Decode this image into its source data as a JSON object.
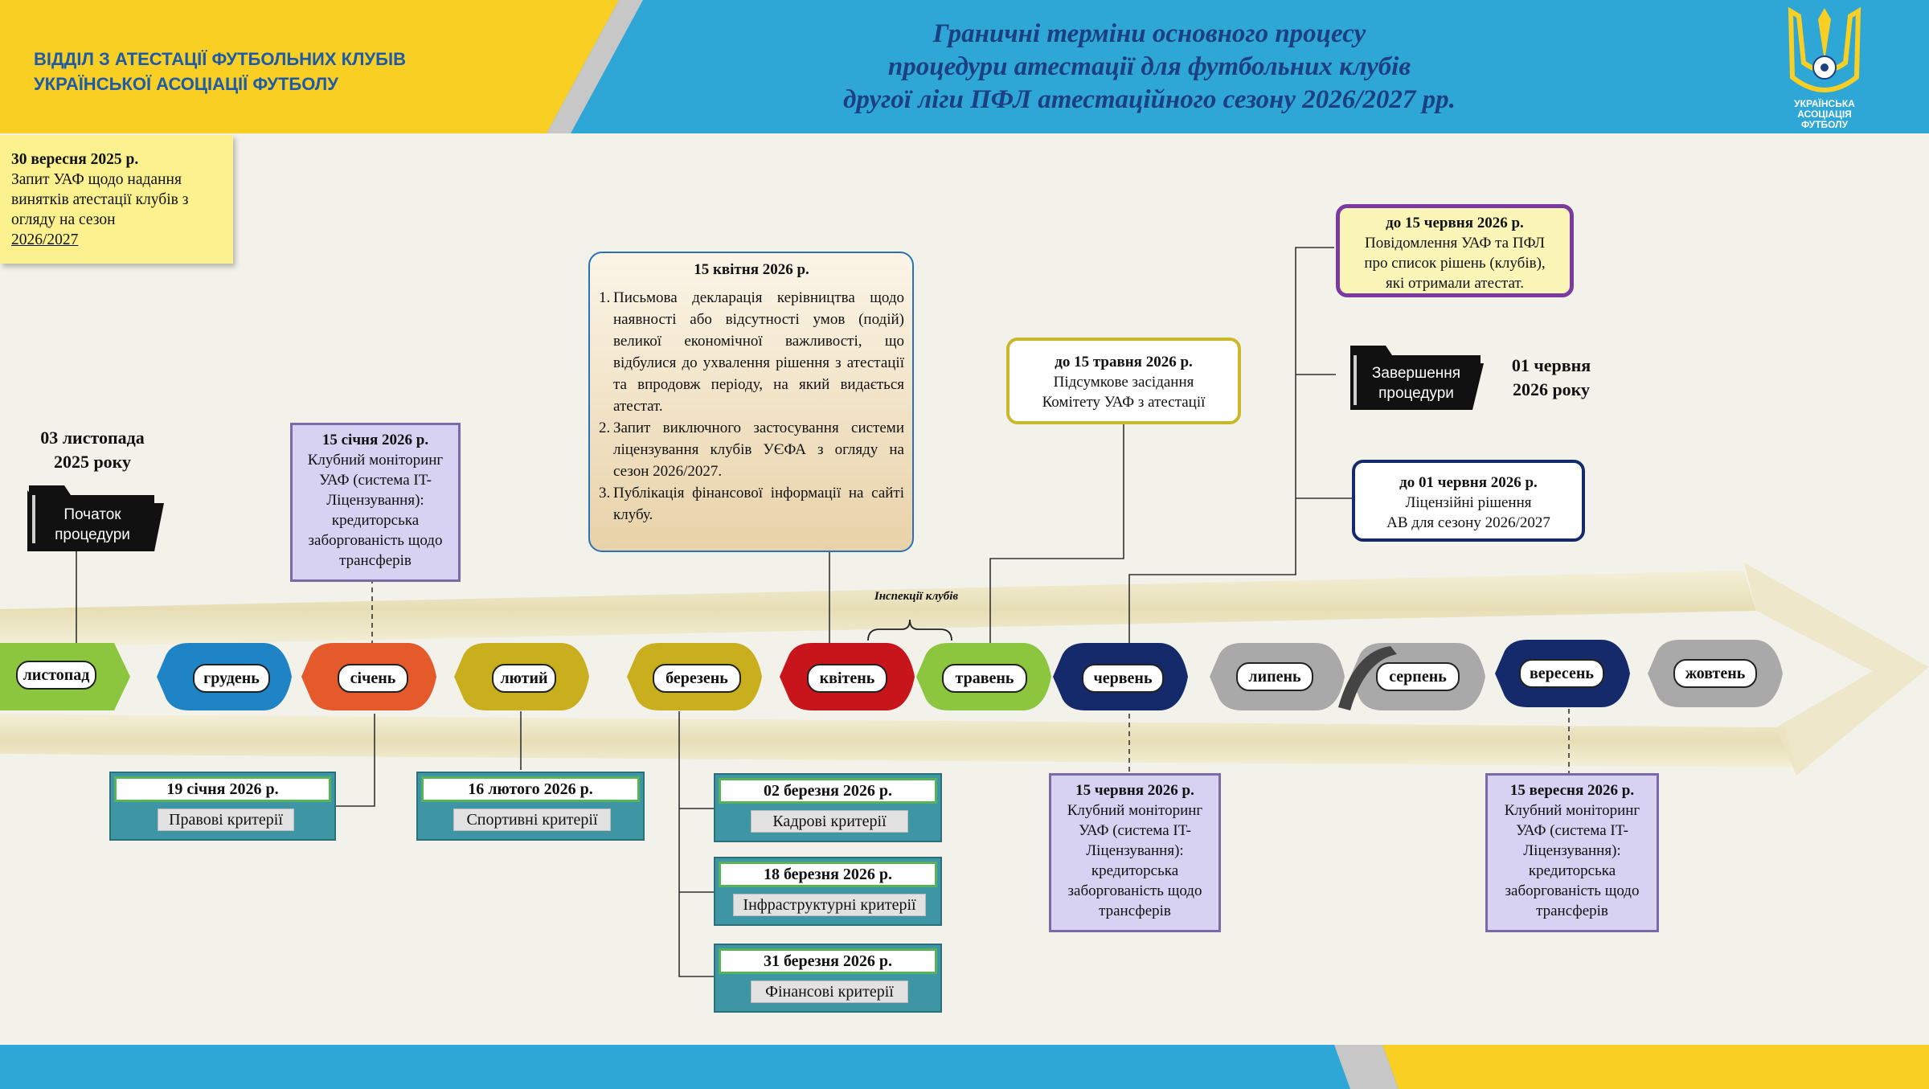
{
  "header": {
    "org_line1": "ВІДДІЛ З АТЕСТАЦІЇ ФУТБОЛЬНИХ КЛУБІВ",
    "org_line2": "УКРАЇНСЬКОЇ АСОЦІАЦІЇ ФУТБОЛУ",
    "title_line1": "Граничні терміни основного процесу",
    "title_line2": "процедури атестації для футбольних клубів",
    "title_line3": "другої ліги ПФЛ атестаційного сезону 2026/2027 рр.",
    "logo_line1": "УКРАЇНСЬКА",
    "logo_line2": "АСОЦІАЦІЯ",
    "logo_line3": "ФУТБОЛУ"
  },
  "note": {
    "date": "30 вересня 2025 р.",
    "text": "Запит УАФ щодо надання винятків атестації клубів з огляду на сезон",
    "season": "2026/2027"
  },
  "start": {
    "date_line1": "03 листопада",
    "date_line2": "2025 року",
    "label_line1": "Початок",
    "label_line2": "процедури"
  },
  "end": {
    "label_line1": "Завершення",
    "label_line2": "процедури",
    "date_line1": "01 червня",
    "date_line2": "2026 року"
  },
  "months": [
    "листопад",
    "грудень",
    "січень",
    "лютий",
    "березень",
    "квітень",
    "травень",
    "червень",
    "липень",
    "серпень",
    "вересень",
    "жовтень"
  ],
  "inspections": "Інспекції  клубів",
  "monitoring_jan": {
    "date": "15 січня 2026 р.",
    "l1": "Клубний моніторинг",
    "l2": "УАФ (система IT-",
    "l3": "Ліцензування):",
    "l4": "кредиторська",
    "l5": "заборгованість щодо",
    "l6": "трансферів"
  },
  "april": {
    "date": "15 квітня 2026 р.",
    "item1": "Письмова декларація керівництва щодо наявності або відсутності умов (подій) великої економічної важливості, що відбулися до ухвалення рішення з атестації та впродовж періоду, на який видається атестат.",
    "item2": "Запит виключного застосування системи ліцензування клубів УЄФА з огляду на сезон 2026/2027.",
    "item3": "Публікація фінансової інформації на сайті клубу."
  },
  "may": {
    "date": "до 15 травня 2026 р.",
    "l1": "Підсумкове засідання",
    "l2": "Комітету УАФ з атестації"
  },
  "june_notify": {
    "date": "до 15 червня 2026 р.",
    "l1": "Повідомлення УАФ та ПФЛ",
    "l2": "про список рішень (клубів),",
    "l3": "які отримали атестат."
  },
  "june_license": {
    "date": "до 01 червня 2026 р.",
    "l1": "Ліцензійні рішення",
    "l2": "АВ для сезону 2026/2027"
  },
  "criteria": [
    {
      "date": "19 січня 2026 р.",
      "label": "Правові критерії"
    },
    {
      "date": "16 лютого 2026 р.",
      "label": "Спортивні критерії"
    },
    {
      "date": "02 березня 2026 р.",
      "label": "Кадрові критерії"
    },
    {
      "date": "18 березня 2026 р.",
      "label": "Інфраструктурні критерії"
    },
    {
      "date": "31 березня 2026 р.",
      "label": "Фінансові критерії"
    }
  ],
  "monitoring_june": {
    "date": "15 червня 2026 р.",
    "l1": "Клубний моніторинг",
    "l2": "УАФ (система IT-",
    "l3": "Ліцензування):",
    "l4": "кредиторська",
    "l5": "заборгованість щодо",
    "l6": "трансферів"
  },
  "monitoring_sep": {
    "date": "15 вересня 2026 р.",
    "l1": "Клубний моніторинг",
    "l2": "УАФ (система IT-",
    "l3": "Ліцензування):",
    "l4": "кредиторська",
    "l5": "заборгованість щодо",
    "l6": "трансферів"
  },
  "colors": {
    "header_blue": "#2ea6d6",
    "header_yellow": "#f8cf22",
    "title_blue": "#1b3f80"
  }
}
